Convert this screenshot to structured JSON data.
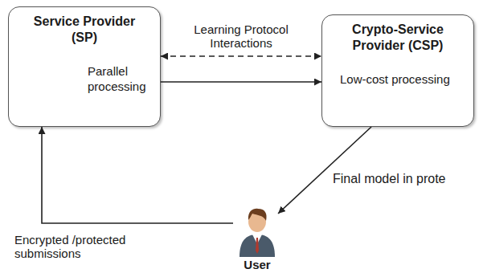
{
  "diagram": {
    "nodes": [
      {
        "text": [
          "Service Provider (SP)",
          "Parallel processing"
        ]
      },
      {
        "text": [
          "Crypto-Service Provider (CSP)",
          "Low-cost processing"
        ]
      },
      {
        "text": [
          "User"
        ]
      }
    ],
    "edges": [
      {
        "from": 0,
        "to": 1,
        "arrow": "both",
        "label": "Learning Protocol Interactions"
      },
      {
        "from": 0,
        "to": 1,
        "arrow": "to"
      },
      {
        "from": 1,
        "to": 2,
        "arrow": "to",
        "label": "Final model in prote"
      },
      {
        "from": 2,
        "to": 0,
        "arrow": "to",
        "label": "Encrypted /protected submissions"
      }
    ]
  }
}
